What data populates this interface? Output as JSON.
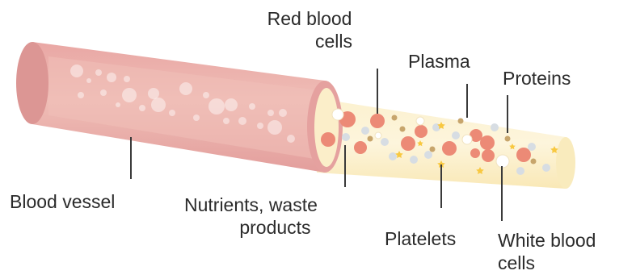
{
  "labels": {
    "red_blood_cells": [
      "Red blood",
      "cells"
    ],
    "plasma": "Plasma",
    "proteins": "Proteins",
    "blood_vessel": "Blood vessel",
    "nutrients": [
      "Nutrients, waste",
      "products"
    ],
    "platelets": "Platelets",
    "white_blood_cells": [
      "White blood",
      "cells"
    ]
  },
  "colors": {
    "vessel_body": "#e7a2a0",
    "vessel_inner": "#eebab2",
    "vessel_end": "#e19a98",
    "tube_body": "#fbeec6",
    "tube_edge": "#f4dfa2",
    "red_cell": "#ec8a76",
    "white_cell": "#ffffff",
    "platelet": "#f8c840",
    "protein": "#c7a56c",
    "nutrient": "#d7dde3",
    "leader_line": "#3a3a3a"
  }
}
